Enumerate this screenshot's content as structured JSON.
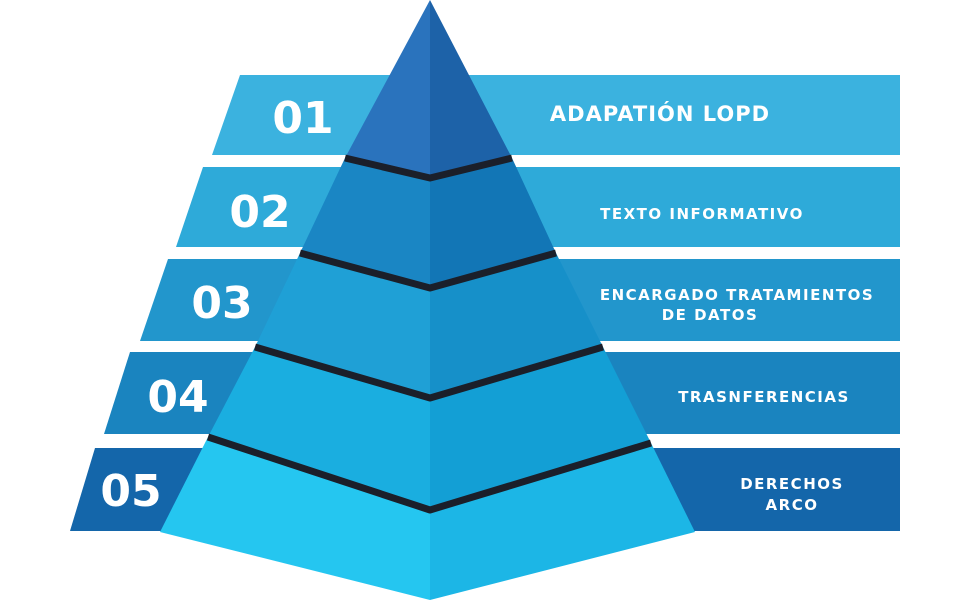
{
  "levels": [
    {
      "number": "01",
      "lines": [
        "ADAPATIÓN LOPD"
      ]
    },
    {
      "number": "02",
      "lines": [
        "TEXTO INFORMATIVO"
      ]
    },
    {
      "number": "03",
      "lines": [
        "ENCARGADO TRATAMIENTOS",
        "DE DATOS"
      ]
    },
    {
      "number": "04",
      "lines": [
        "TRASNFERENCIAS"
      ]
    },
    {
      "number": "05",
      "lines": [
        "DERECHOS",
        "ARCO"
      ]
    }
  ],
  "colors": {
    "band_1": "#3bb2df",
    "band_2": "#2eaad9",
    "band_3": "#2296cc",
    "band_4": "#1a84bf",
    "band_5": "#1466aa",
    "pyramid_tier_1_left": "#2a73bd",
    "pyramid_tier_1_right": "#1d62a8",
    "pyramid_tier_2_left": "#1a86c4",
    "pyramid_tier_2_right": "#1276b6",
    "pyramid_tier_3_left": "#1fa0d6",
    "pyramid_tier_3_right": "#1690c9",
    "pyramid_tier_4_left": "#1aaee0",
    "pyramid_tier_4_right": "#139fd5",
    "pyramid_tier_5_left": "#25c6f0",
    "pyramid_tier_5_right": "#1cb6e6",
    "separator": "#1b1f2a"
  }
}
